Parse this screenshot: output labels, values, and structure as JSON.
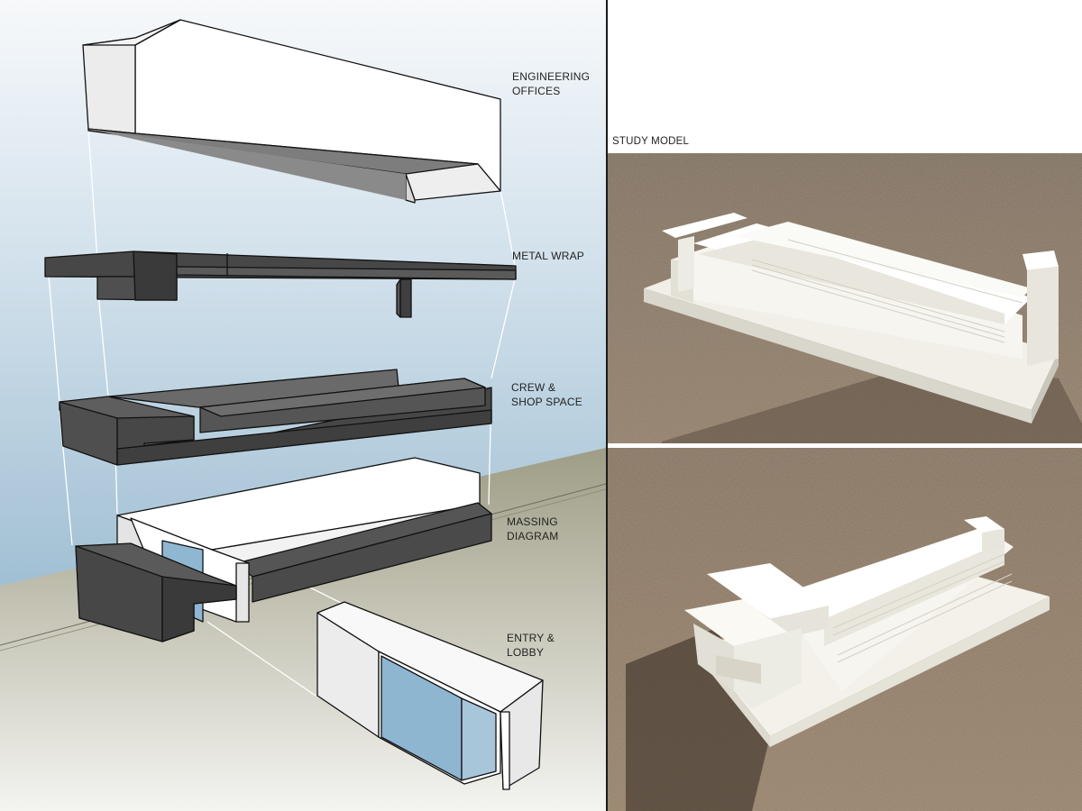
{
  "diagram": {
    "labels": {
      "engineering": [
        "ENGINEERING",
        "OFFICES"
      ],
      "metal": [
        "METAL WRAP"
      ],
      "crew": [
        "CREW &",
        "SHOP SPACE"
      ],
      "massing": [
        "MASSING",
        "DIAGRAM"
      ],
      "entry": [
        "ENTRY &",
        "LOBBY"
      ]
    },
    "colors": {
      "sky_top": "#f6f8fb",
      "sky_bottom": "#7ea8c4",
      "ground": "#a9a893",
      "dark_block": "#4a4a4a",
      "white_block": "#ffffff",
      "glass": "#8ab4cf"
    }
  },
  "photos": {
    "title": "STUDY MODEL"
  }
}
